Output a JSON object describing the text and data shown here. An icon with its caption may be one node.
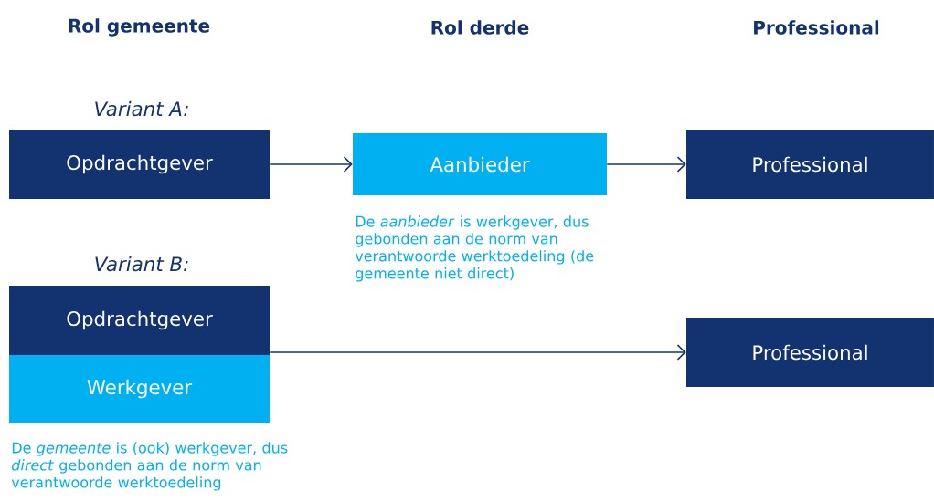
{
  "diagram": {
    "nodes": [
      {
        "text": [
          "Opdrachtgever"
        ]
      },
      {
        "text": [
          "Aanbieder"
        ],
        "beside": [
          "De *aanbieder* is werkgever, dus gebonden aan de norm van verantwoorde werktoedeling (de gemeente niet direct)"
        ]
      },
      {
        "text": [
          "Professional"
        ]
      },
      {
        "text": [
          "Opdrachtgever"
        ]
      },
      {
        "text": [
          "Werkgever"
        ],
        "beside": [
          "De *gemeente* is (ook) werkgever, dus *direct* gebonden aan de norm van verantwoorde werktoedeling"
        ]
      },
      {
        "text": [
          "Professional"
        ]
      }
    ],
    "edges": [
      {
        "from": 0,
        "to": 1,
        "arrow": "to"
      },
      {
        "from": 1,
        "to": 2,
        "arrow": "to"
      },
      {
        "from": 3,
        "to": 5,
        "arrow": "to"
      }
    ],
    "labels": [
      "Rol gemeente",
      "Rol derde",
      "Professional",
      "Variant A:",
      "Variant B:"
    ]
  }
}
